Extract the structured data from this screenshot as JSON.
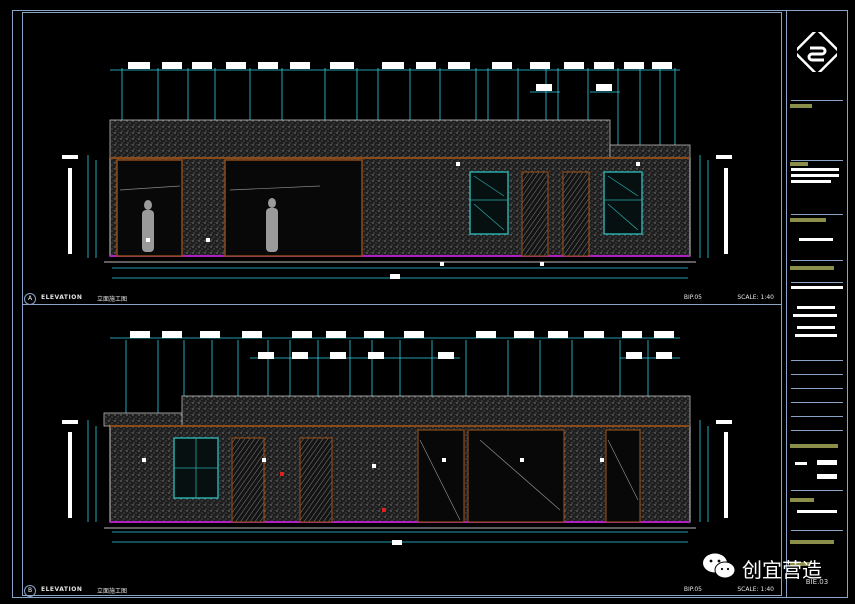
{
  "sheet": {
    "elevation_a": {
      "tag": "A",
      "name": "ELEVATION",
      "cn": "立面施工图",
      "code": "BIP.05",
      "scale": "SCALE: 1:40"
    },
    "elevation_b": {
      "tag": "B",
      "name": "ELEVATION",
      "cn": "立面施工图",
      "code": "BIP.05",
      "scale": "SCALE: 1:40"
    }
  },
  "title_block": {
    "sheet_number": "BIE.03"
  },
  "watermark": {
    "text": "创宜营造"
  },
  "colors": {
    "background": "#000000",
    "frame": "#8aa4c8",
    "dimension": "#2fd0e8",
    "wall_fill": "#3a3a3a",
    "wood": "#8b4a1a",
    "floor_line": "#b020c0",
    "window": "#2aa8a8",
    "accent": "#8c8f4a"
  }
}
